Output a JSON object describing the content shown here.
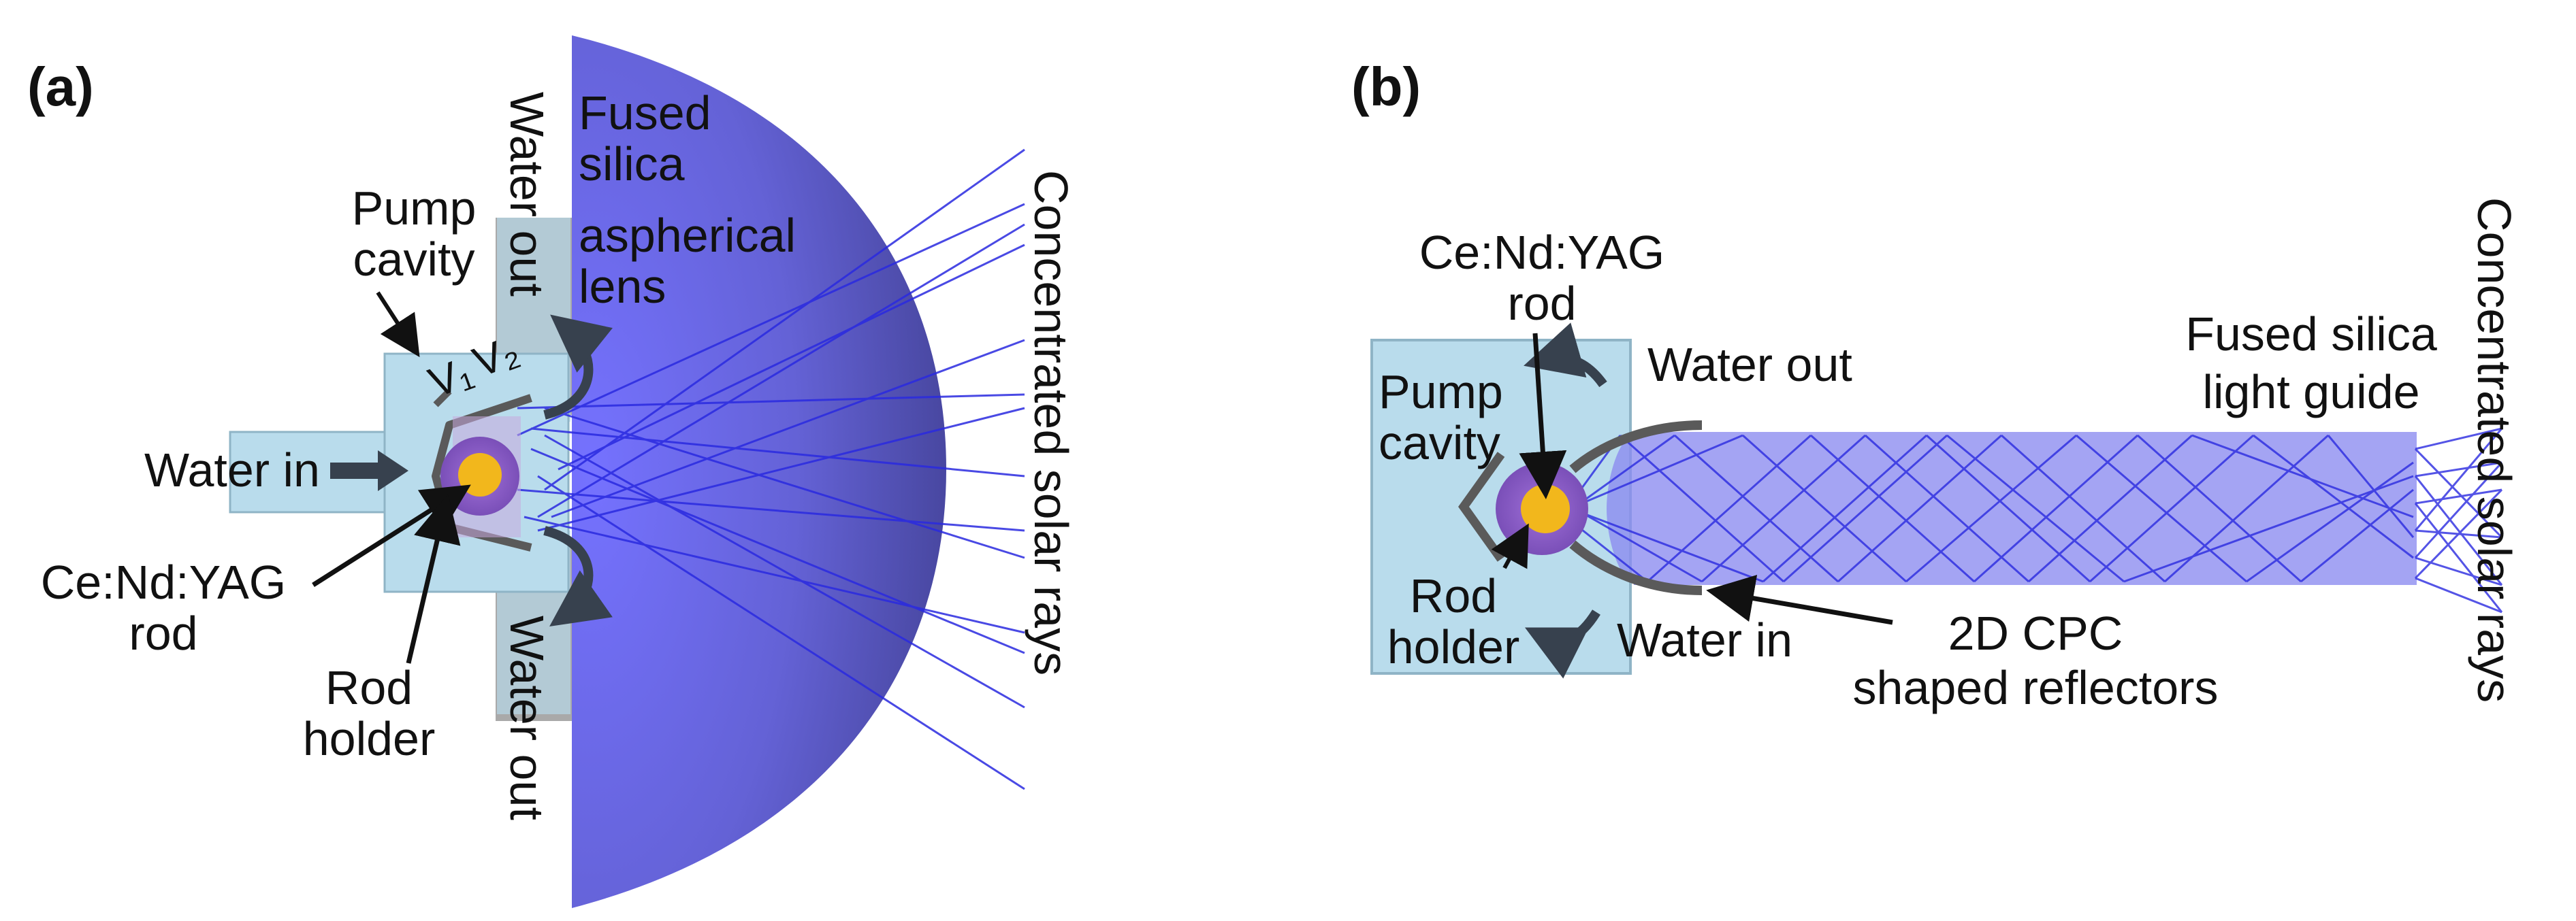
{
  "panel_a": {
    "tag": "(a)",
    "labels": {
      "fused_silica_lens": [
        "Fused",
        "silica",
        "aspherical",
        "lens"
      ],
      "pump_cavity": [
        "Pump",
        "cavity"
      ],
      "water_out_top": "Water out",
      "water_out_bottom": "Water out",
      "water_in": "Water in",
      "rod": [
        "Ce:Nd:YAG",
        "rod"
      ],
      "rod_holder": [
        "Rod",
        "holder"
      ],
      "v1": "V₁",
      "v2": "V₂",
      "rays": "Concentrated solar rays"
    }
  },
  "panel_b": {
    "tag": "(b)",
    "labels": {
      "rod": [
        "Ce:Nd:YAG",
        "rod"
      ],
      "pump_cavity": [
        "Pump",
        "cavity"
      ],
      "water_out": "Water out",
      "water_in": "Water in",
      "light_guide": [
        "Fused silica",
        "light guide"
      ],
      "rod_holder": [
        "Rod",
        "holder"
      ],
      "reflectors": [
        "2D CPC",
        "shaped reflectors"
      ],
      "rays": "Concentrated solar rays"
    }
  },
  "colors": {
    "water": "#b9dcec",
    "water_stroke": "#8fb4c6",
    "port_gray": "#a9a9a9",
    "lens_light": "#6f6cf0",
    "lens_dark": "#4d4aa8",
    "guide": "#8b8bf0",
    "ray": "#2a2ae0",
    "rod_core": "#f2b71c",
    "rod_ring": "#8c5fc8",
    "reflector": "#555555",
    "arrow": "#37414e"
  }
}
